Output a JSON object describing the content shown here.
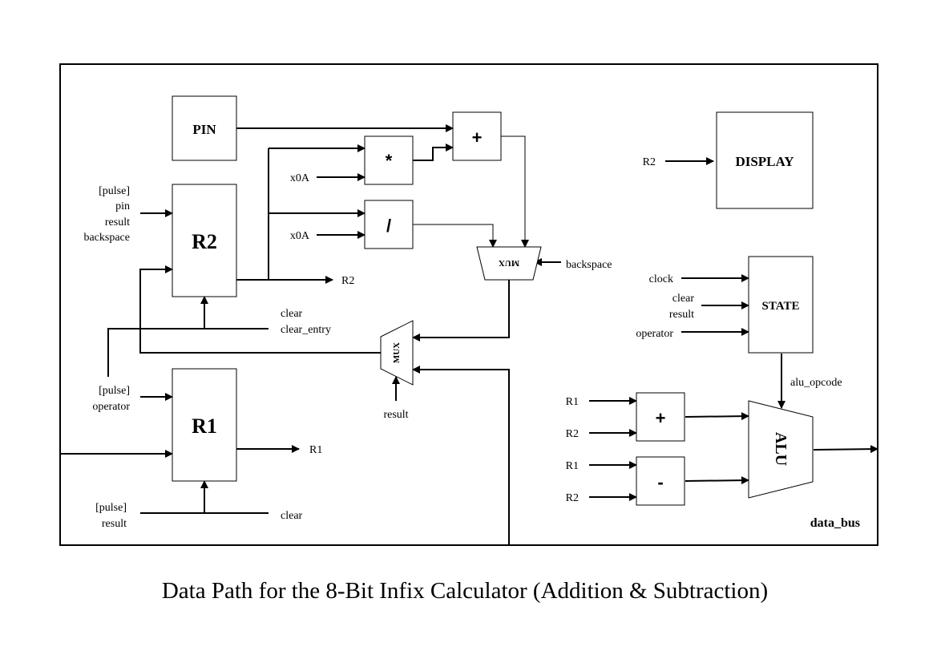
{
  "caption": "Data Path for the 8-Bit Infix Calculator (Addition & Subtraction)",
  "blocks": {
    "pin": "PIN",
    "r2": "R2",
    "r1": "R1",
    "mul": "*",
    "div": "/",
    "add_top": "+",
    "display": "DISPLAY",
    "state": "STATE",
    "add_alu": "+",
    "sub_alu": "-",
    "alu": "ALU",
    "mux_top": "MUX",
    "mux_mid": "MUX"
  },
  "signals": {
    "r2_in": [
      "[pulse]",
      "pin",
      "result",
      "backspace"
    ],
    "r1_in": [
      "[pulse]",
      "operator"
    ],
    "r1_load": [
      "[pulse]",
      "result"
    ],
    "r2_clear": [
      "clear",
      "clear_entry"
    ],
    "r1_clear": "clear",
    "mul_const": "x0A",
    "div_const": "x0A",
    "r2_out": "R2",
    "r1_out": "R1",
    "mux_top_sel": "backspace",
    "mux_mid_sel": "result",
    "display_in": "R2",
    "state_in": [
      "clock",
      "clear",
      "result",
      "operator"
    ],
    "alu_opcode": "alu_opcode",
    "add_in": [
      "R1",
      "R2"
    ],
    "sub_in": [
      "R1",
      "R2"
    ],
    "bus": "data_bus"
  }
}
